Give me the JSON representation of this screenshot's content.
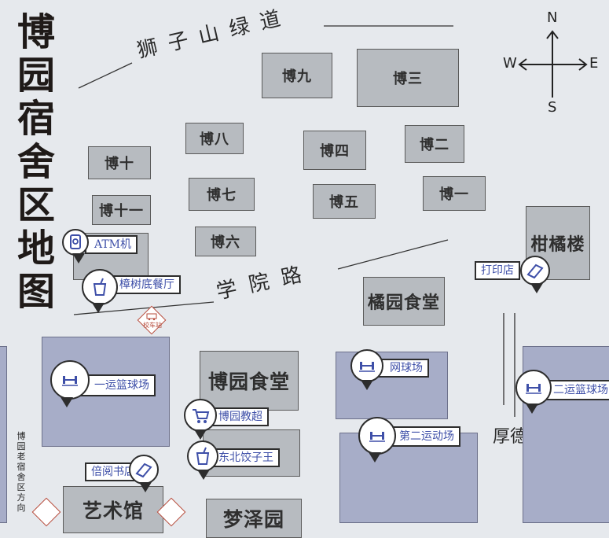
{
  "map_title": "博园宿舍区地图",
  "roads": {
    "greenway": "狮子山绿道",
    "xueyuan": "学院路",
    "houde": "厚德路"
  },
  "side_text": "博园老宿舍区方向",
  "buildings": {
    "bo9": "博九",
    "bo3": "博三",
    "bo8": "博八",
    "bo4": "博四",
    "bo2": "博二",
    "bo10": "博十",
    "bo7": "博七",
    "bo1": "博一",
    "bo11": "博十一",
    "bo5": "博五",
    "bo6": "博六",
    "ganju": "柑橘楼",
    "juyuan_canteen": "橘园食堂",
    "boyuan_canteen": "博园食堂",
    "art_hall": "艺术馆",
    "mengze": "梦泽园"
  },
  "poi": {
    "atm": "ATM机",
    "zhangshu": "樟树底餐厅",
    "print": "打印店",
    "court1": "一运篮球场",
    "tennis": "网球场",
    "court2": "二运篮球场",
    "market": "博园教超",
    "field2": "第二运动场",
    "dumpling": "东北饺子王",
    "bookstore": "倍阅书店"
  },
  "bus_stop": "校车站",
  "compass": {
    "n": "N",
    "s": "S",
    "e": "E",
    "w": "W"
  },
  "colors": {
    "building": "#b7bbc0",
    "field": "#a7adc8",
    "label_text": "#3e4fa8",
    "bus": "#b54a3a"
  },
  "icons": [
    "atm-icon",
    "cup-icon",
    "book-icon",
    "dumbbell-icon",
    "cart-icon",
    "bus-icon"
  ]
}
